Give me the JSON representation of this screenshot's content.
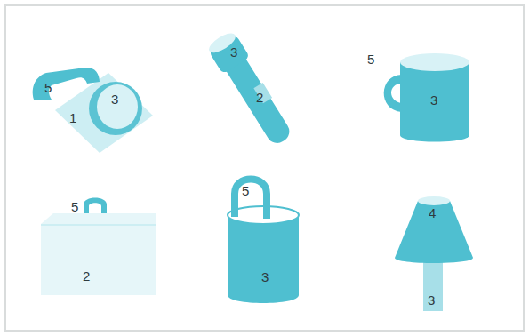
{
  "diagram": {
    "labels": [
      "5",
      "3",
      "1",
      "3",
      "2",
      "5",
      "3",
      "5",
      "2",
      "5",
      "3",
      "4",
      "3"
    ]
  }
}
